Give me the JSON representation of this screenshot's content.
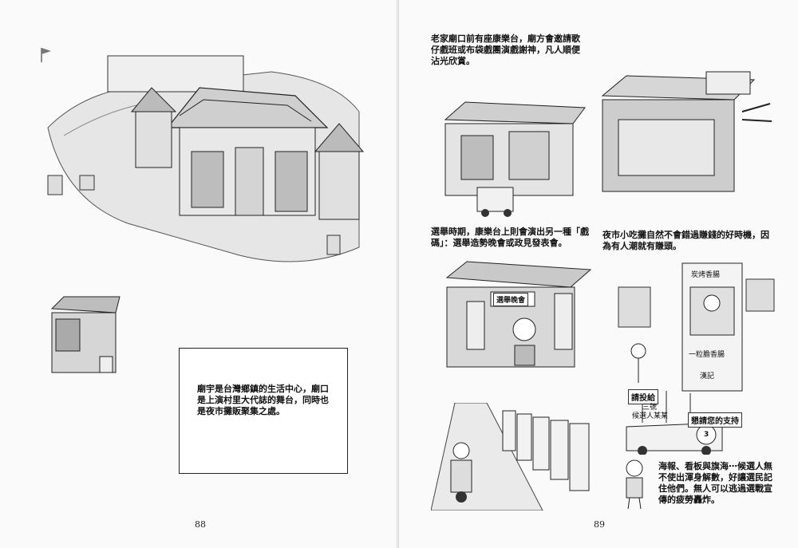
{
  "left_page": {
    "text_box": "廟宇是台灣鄉鎮的生活中心，廟口是上演村里大代誌的舞台，同時也是夜市攤販聚集之處。",
    "page_number": "88"
  },
  "right_page": {
    "page_number": "89",
    "captions": [
      "老家廟口前有座康樂台，廟方會邀請歌仔戲班或布袋戲團演戲謝神，凡人順便沾光欣賞。",
      "選舉時期，康樂台上則會演出另一種「戲碼」：選舉造勢晚會或政見發表會。",
      "夜市小吃攤自然不會錯過賺錢的好時機，因為有人潮就有賺頭。",
      "海報、看板與旗海⋯候選人無不使出渾身解數，好讓選民記住他們。無人可以逃過選戰宣傳的疲勞轟炸。"
    ],
    "signs": {
      "stage_banner": "選舉晚會",
      "cart_top": "炭烤香腸",
      "cart_middle": "一粒膽香腸",
      "cart_bottom": "漢記",
      "billboard": "請投給",
      "billboard_sub1": "三號",
      "billboard_sub2": "候選人某某",
      "slogan": "懇請您的支持",
      "candidate_number": "3"
    }
  }
}
